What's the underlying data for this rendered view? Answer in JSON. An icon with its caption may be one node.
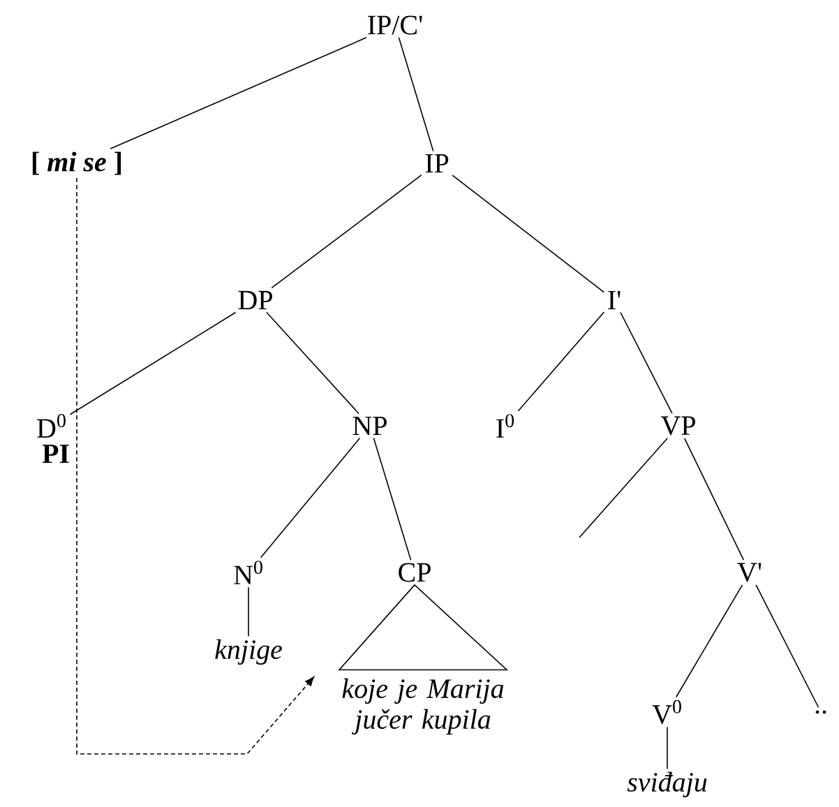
{
  "diagram": {
    "nodes": [
      {
        "text": [
          "IP/C'"
        ]
      },
      {
        "text": [
          "[ *mi se* ]"
        ]
      },
      {
        "text": [
          "IP"
        ]
      },
      {
        "text": [
          "DP"
        ]
      },
      {
        "text": [
          "I'"
        ]
      },
      {
        "text": [
          "D$^{0}$"
        ]
      },
      {
        "text": [
          "NP"
        ]
      },
      {
        "text": [
          "I$^{0}$"
        ]
      },
      {
        "text": [
          "VP"
        ]
      },
      {
        "text": [
          "N$^{0}$"
        ]
      },
      {
        "text": [
          "CP"
        ]
      },
      {
        "text": [
          "V'"
        ]
      },
      {
        "text": [
          "knjige"
        ]
      },
      {
        "text": [
          "koje je Marija jučer kupila"
        ]
      },
      {
        "text": [
          "V$^{0}$"
        ]
      },
      {
        "text": [
          ".."
        ]
      },
      {
        "text": [
          "sviđaju"
        ]
      }
    ],
    "edges": [
      {
        "from": 0,
        "to": 1,
        "arrow": "none"
      },
      {
        "from": 0,
        "to": 2,
        "arrow": "none"
      },
      {
        "from": 2,
        "to": 3,
        "arrow": "none"
      },
      {
        "from": 2,
        "to": 4,
        "arrow": "none"
      },
      {
        "from": 3,
        "to": 5,
        "arrow": "none"
      },
      {
        "from": 3,
        "to": 6,
        "arrow": "none"
      },
      {
        "from": 4,
        "to": 7,
        "arrow": "none"
      },
      {
        "from": 4,
        "to": 8,
        "arrow": "none"
      },
      {
        "from": 6,
        "to": 9,
        "arrow": "none"
      },
      {
        "from": 6,
        "to": 10,
        "arrow": "none"
      },
      {
        "from": 8,
        "to": null,
        "arrow": "none"
      },
      {
        "from": 8,
        "to": 11,
        "arrow": "none"
      },
      {
        "from": 9,
        "to": 12,
        "arrow": "none"
      },
      {
        "from": 10,
        "to": 13,
        "arrow": "none"
      },
      {
        "from": 11,
        "to": 14,
        "arrow": "none"
      },
      {
        "from": 11,
        "to": 15,
        "arrow": "none"
      },
      {
        "from": 14,
        "to": 16,
        "arrow": "none"
      },
      {
        "from": 1,
        "to": 13,
        "arrow": "to",
        "style": "dashed",
        "label": "PI"
      }
    ]
  }
}
